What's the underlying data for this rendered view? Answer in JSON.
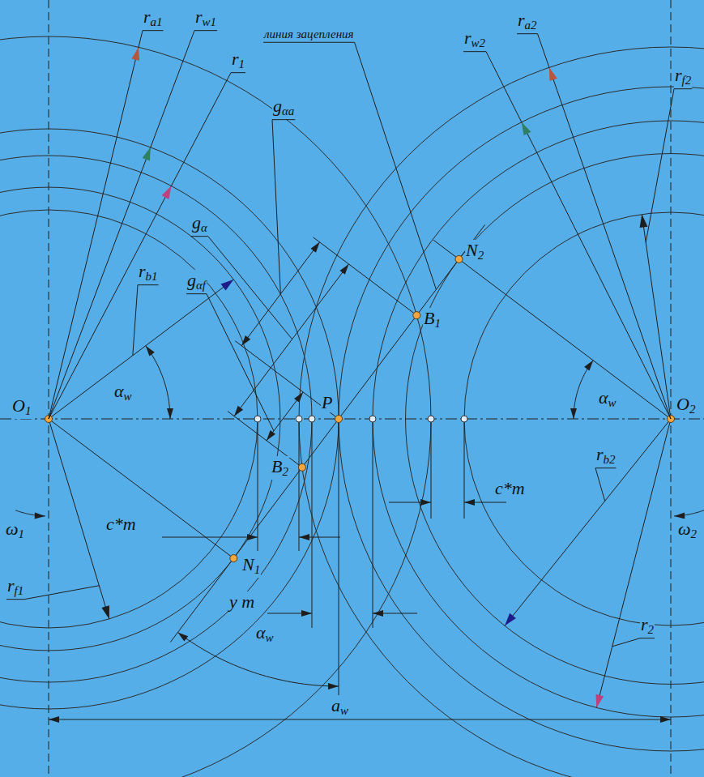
{
  "diagram": {
    "labels": [
      "ra1",
      "rw1",
      "r1",
      "линия зацепления",
      "ra2",
      "rw2",
      "rf2",
      "gαa",
      "gα",
      "gαf",
      "rb1",
      "O1",
      "O2",
      "P",
      "N2",
      "B1",
      "B2",
      "N1",
      "αw",
      "αw",
      "c*m",
      "c*m",
      "ω1",
      "ω2",
      "rf1",
      "rb2",
      "r2",
      "y m",
      "αw",
      "aw"
    ]
  }
}
